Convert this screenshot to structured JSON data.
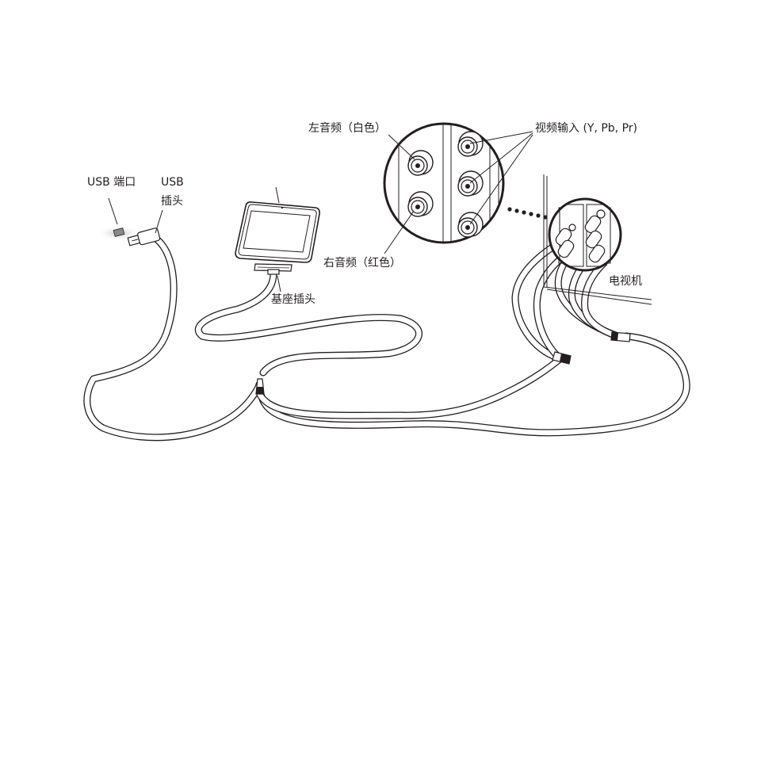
{
  "labels": {
    "usb_port": "USB  端口",
    "usb_plug_line1": "USB",
    "usb_plug_line2": "插头",
    "dock_connector": "基座插头",
    "left_audio": "左音频（白色）",
    "right_audio": "右音频（红色）",
    "video_in": "视频输入 (Y, Pb, Pr)",
    "tv": "电视机"
  }
}
